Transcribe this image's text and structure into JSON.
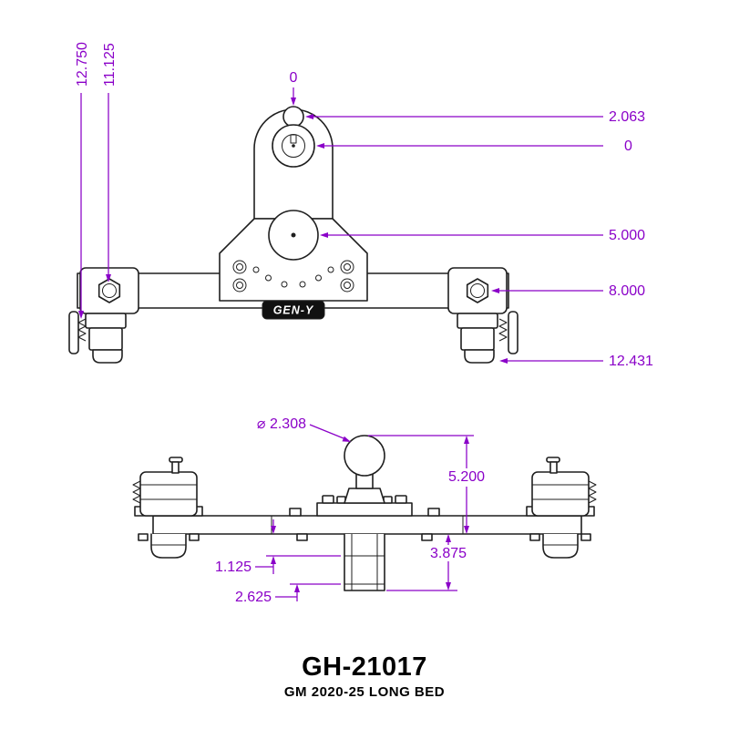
{
  "colors": {
    "dimension": "#8A00C8",
    "line": "#1f1f1f",
    "logo_bg": "#111111",
    "logo_text": "#ffffff"
  },
  "logo": {
    "text": "GEN-Y"
  },
  "title_block": {
    "part_number": "GH-21017",
    "subtitle": "GM 2020-25 LONG BED"
  },
  "front_view": {
    "dims": {
      "left_outer": "12.750",
      "left_inner": "11.125",
      "top_datum": "0",
      "pin_top": "2.063",
      "pin_center": "0",
      "pivot_center": "5.000",
      "bolt_center": "8.000",
      "clamp_bottom": "12.431"
    }
  },
  "side_view": {
    "dims": {
      "ball_diameter": "⌀ 2.308",
      "ball_height": "5.200",
      "drop_depth": "3.875",
      "step_offset": "1.125",
      "shank_offset": "2.625"
    }
  }
}
